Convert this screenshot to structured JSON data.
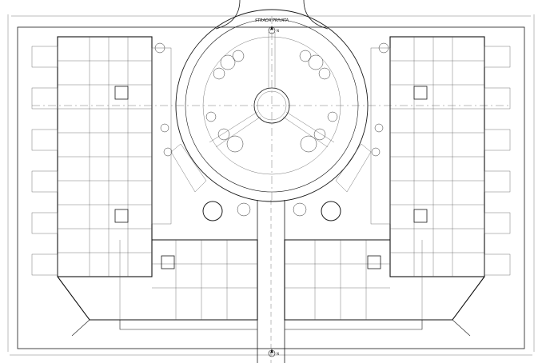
{
  "drawing": {
    "street_label": "STRADA PRIVATA",
    "north_marker_top": "N",
    "north_marker_bottom": "N"
  }
}
